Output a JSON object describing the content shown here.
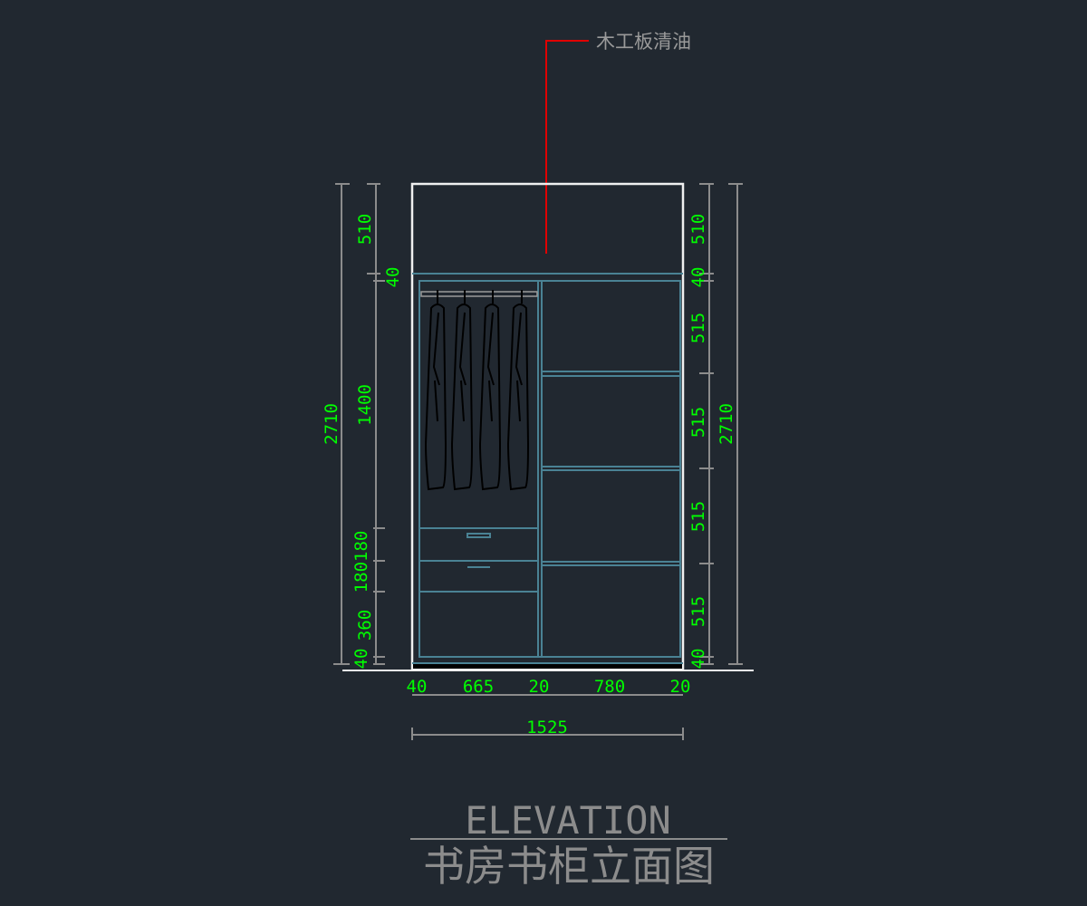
{
  "annotation": {
    "material": "木工板清油"
  },
  "left_dims": {
    "top": "510",
    "panel": "40",
    "hanging": "1400",
    "drawers": "180180",
    "bottom_space": "360",
    "base": "40",
    "total": "2710"
  },
  "right_dims": {
    "top": "510",
    "panel": "40",
    "shelf1": "515",
    "shelf2": "515",
    "shelf3": "515",
    "shelf4": "515",
    "base": "40",
    "total": "2710"
  },
  "bottom_dims": {
    "side_left": "40",
    "left_bay": "665",
    "divider": "20",
    "right_bay": "780",
    "side_right": "20",
    "total": "1525"
  },
  "title": {
    "en": "ELEVATION",
    "cn": "书房书柜立面图"
  },
  "colors": {
    "background": "#212830",
    "dimension_text": "#00ff00",
    "leader": "#e00000",
    "cabinet_lines": "#4a8294"
  }
}
